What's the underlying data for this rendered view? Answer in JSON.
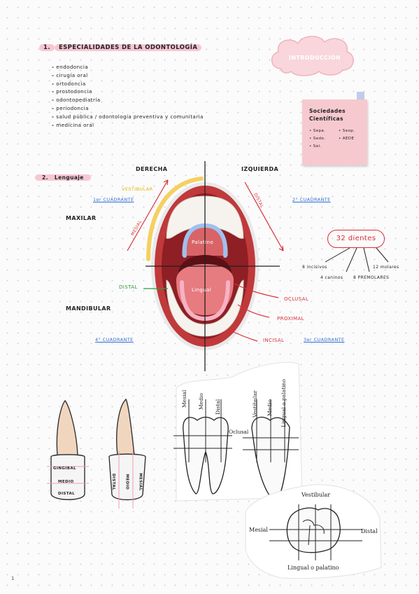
{
  "section1": {
    "number": "1.",
    "title": "ESPECIALIDADES DE LA ODONTOLOGÍA",
    "items": [
      "endodoncia",
      "cirugía oral",
      "ortodoncia",
      "prostodoncia",
      "odontopediatría",
      "periodoncia",
      "salud pública / odontología preventiva y comunitaria",
      "medicina oral"
    ]
  },
  "intro": {
    "label": "INTRODUCCIÓN"
  },
  "note": {
    "title": "Sociedades Científicas",
    "items_left": [
      "Sepa.",
      "Sedo.",
      "Sei."
    ],
    "items_right": [
      "Seop.",
      "AEDE"
    ]
  },
  "section2": {
    "number": "2.",
    "title": "Lenguaje"
  },
  "mouth": {
    "derecha": "DERECHA",
    "izquierda": "IZQUIERDA",
    "vestibular": "VESTIBULAR",
    "mesial": "MESIAL",
    "distal_upper": "DISTAL",
    "palatino": "Palatino",
    "lingual": "Lingual",
    "distal_left": "DISTAL",
    "oclusal": "OCLUSAL",
    "proximal": "PROXIMAL",
    "incisal": "INCISAL",
    "maxilar": "MAXILAR",
    "mandibular": "MANDIBULAR",
    "q1": "1er CUADRANTE",
    "q2": "2° CUADRANTE",
    "q3": "3er CUADRANTE",
    "q4": "4° CUADRANTE"
  },
  "teeth_count": {
    "total": "32 dientes",
    "incisivos": "8 incisivos",
    "caninos": "4 caninos",
    "premolares": "8 PREMOLARES",
    "molares": "12 molares"
  },
  "tooth_labels": {
    "gingival": "GINGIBAL",
    "medio": "MEDIO",
    "distal": "DISTAL",
    "side_distal": "DISTAL",
    "side_medio": "MEDIO",
    "side_mesial": "MESIAL"
  },
  "molar_side": {
    "mesial": "Mesial",
    "medio": "Medio",
    "distal": "Distal",
    "oclusal": "Oclusal"
  },
  "molar_front": {
    "vestibular": "Vestibular",
    "medio": "Medio",
    "lingual": "Lingual o palatino"
  },
  "molar_top": {
    "vestibular": "Vestibular",
    "mesial": "Mesial",
    "distal": "Distal",
    "lingual": "Lingual o palatino"
  },
  "page_number": "1",
  "colors": {
    "pink_highlight": "#f7c7d3",
    "blue_label": "#2f6fd1",
    "red_arrow": "#d9303a",
    "yellow_arc": "#f5d061",
    "green": "#2f9a3c"
  }
}
